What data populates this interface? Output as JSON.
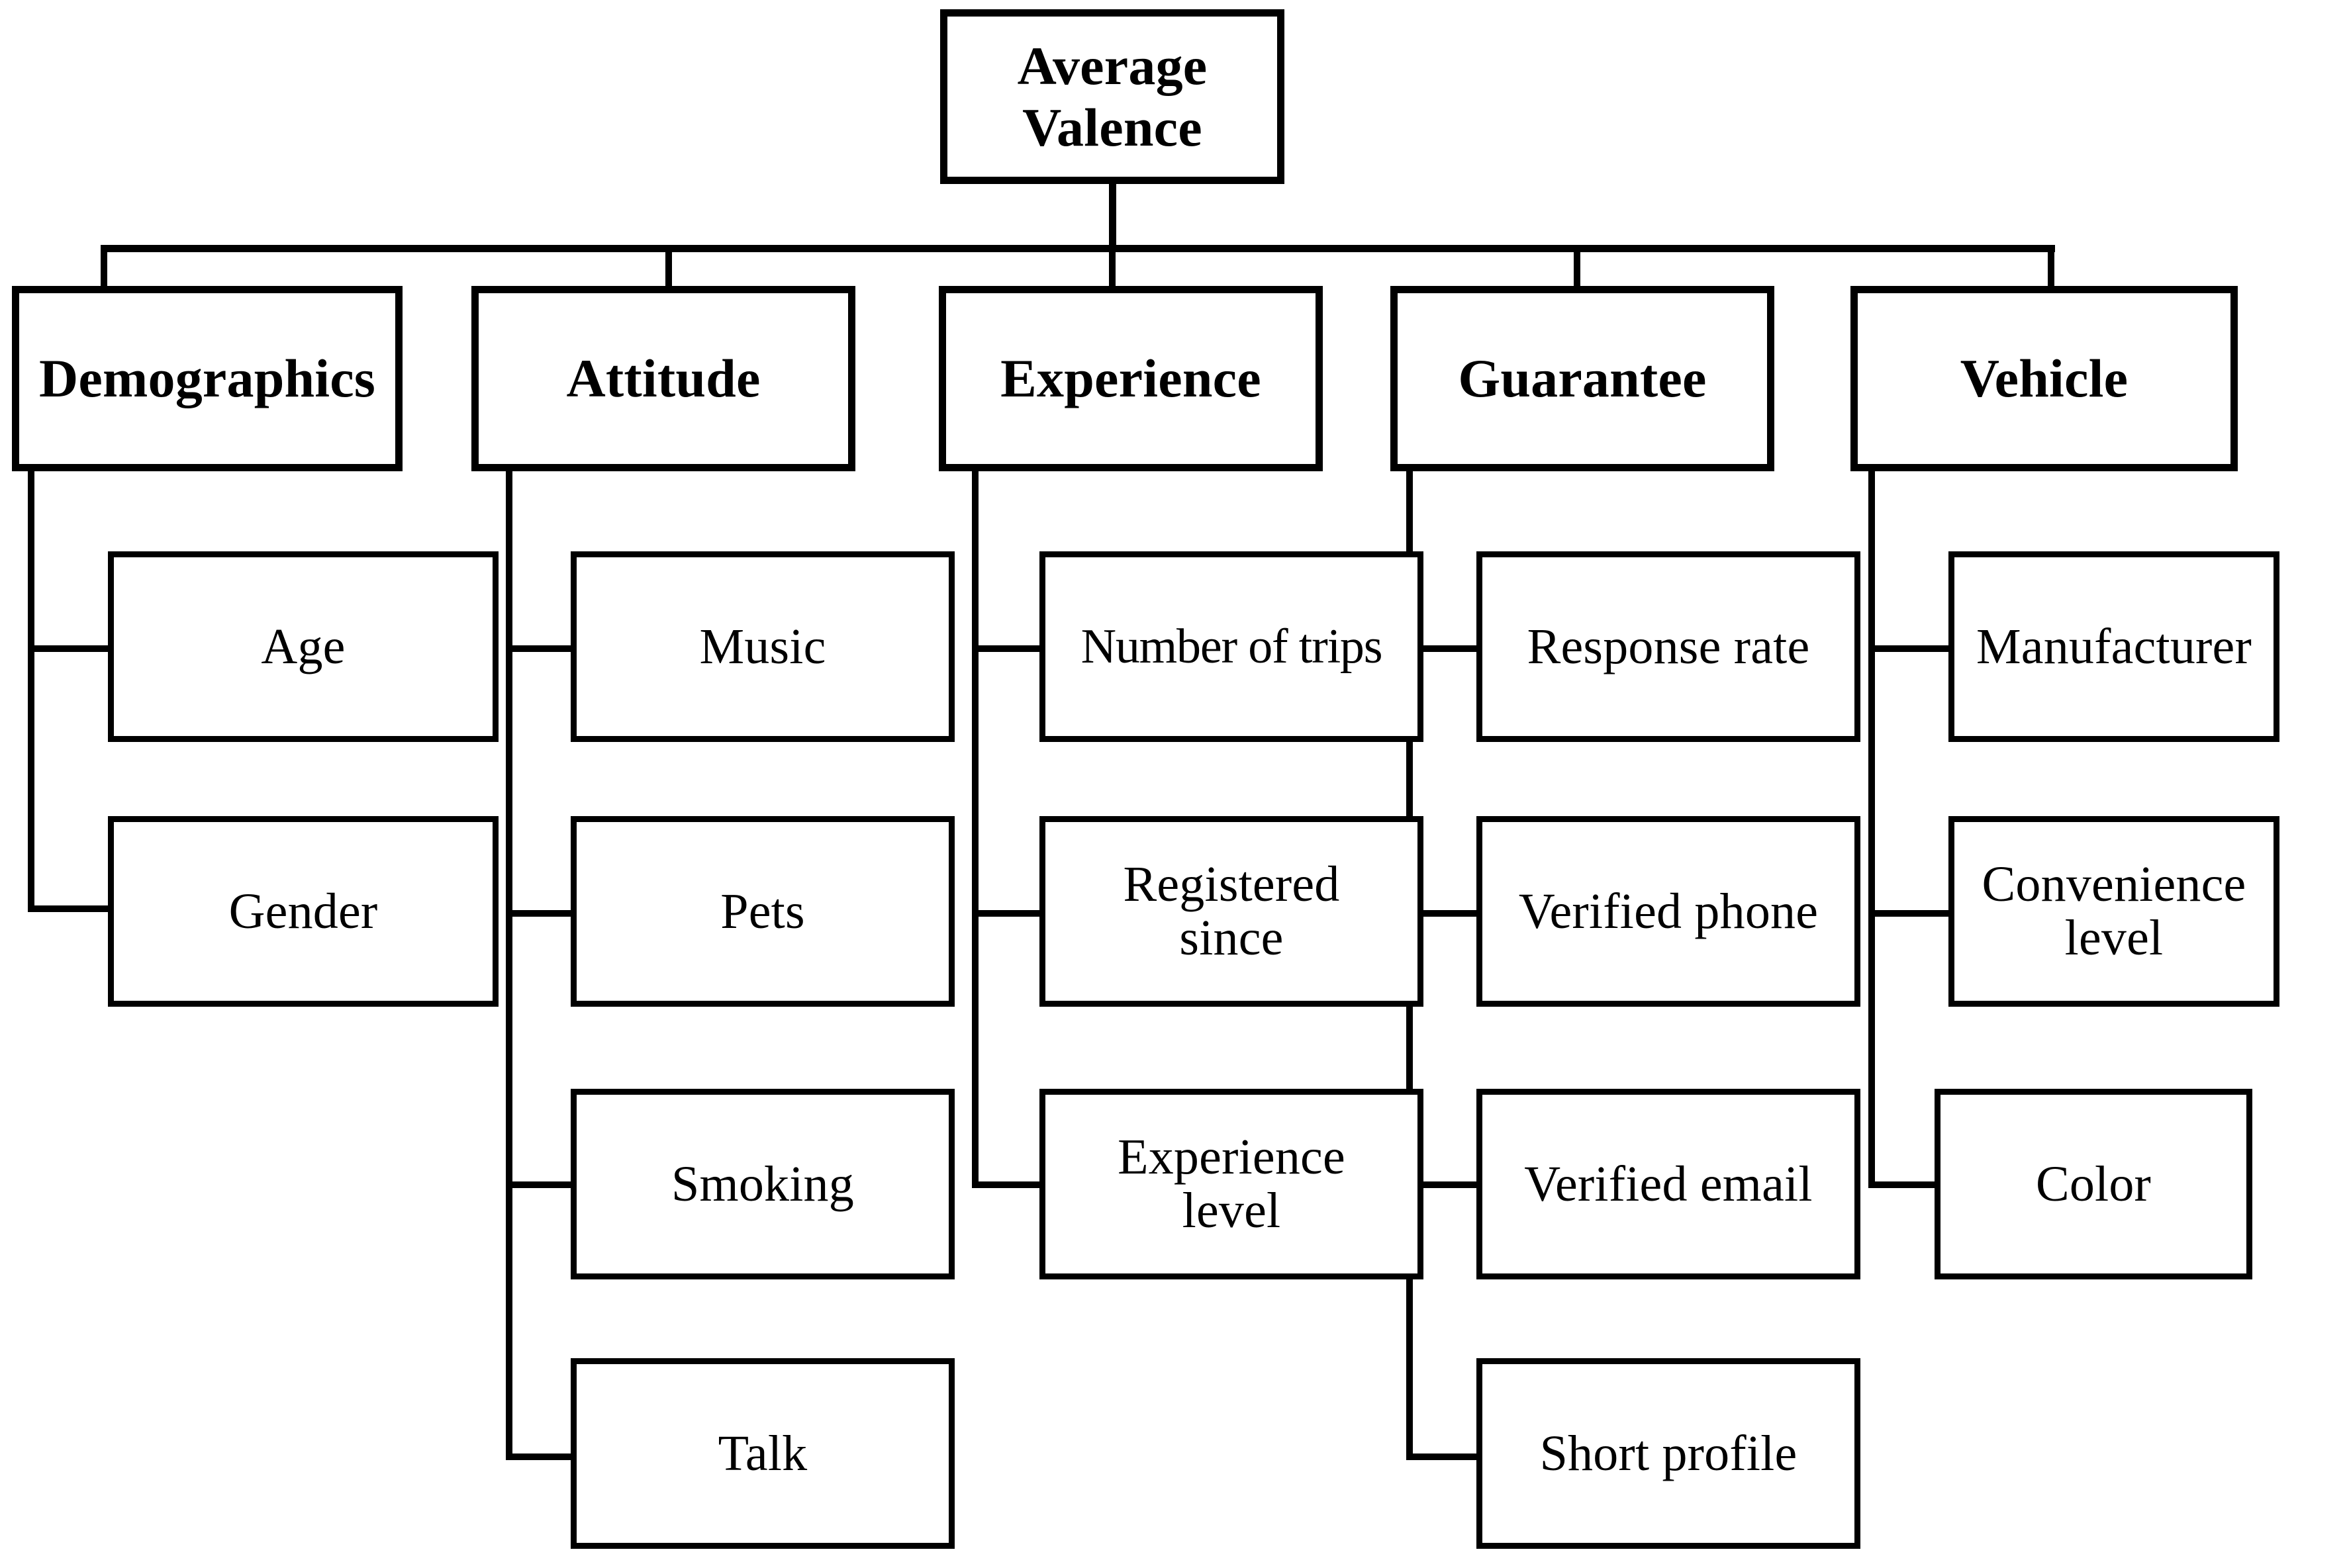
{
  "diagram": {
    "type": "hierarchy-tree",
    "orientation": "top-down",
    "root": {
      "label": "Average\nValence"
    },
    "categories": [
      {
        "label": "Demographics",
        "children": [
          {
            "label": "Age"
          },
          {
            "label": "Gender"
          }
        ]
      },
      {
        "label": "Attitude",
        "children": [
          {
            "label": "Music"
          },
          {
            "label": "Pets"
          },
          {
            "label": "Smoking"
          },
          {
            "label": "Talk"
          }
        ]
      },
      {
        "label": "Experience",
        "children": [
          {
            "label": "Number of trips"
          },
          {
            "label": "Registered\nsince"
          },
          {
            "label": "Experience\nlevel"
          }
        ]
      },
      {
        "label": "Guarantee",
        "children": [
          {
            "label": "Response rate"
          },
          {
            "label": "Verified phone"
          },
          {
            "label": "Verified email"
          },
          {
            "label": "Short profile"
          }
        ]
      },
      {
        "label": "Vehicle",
        "children": [
          {
            "label": "Manufacturer"
          },
          {
            "label": "Convenience\nlevel"
          },
          {
            "label": "Color"
          }
        ]
      }
    ],
    "colors": {
      "line": "#000000",
      "box_fill": "#ffffff",
      "text": "#000000"
    }
  }
}
